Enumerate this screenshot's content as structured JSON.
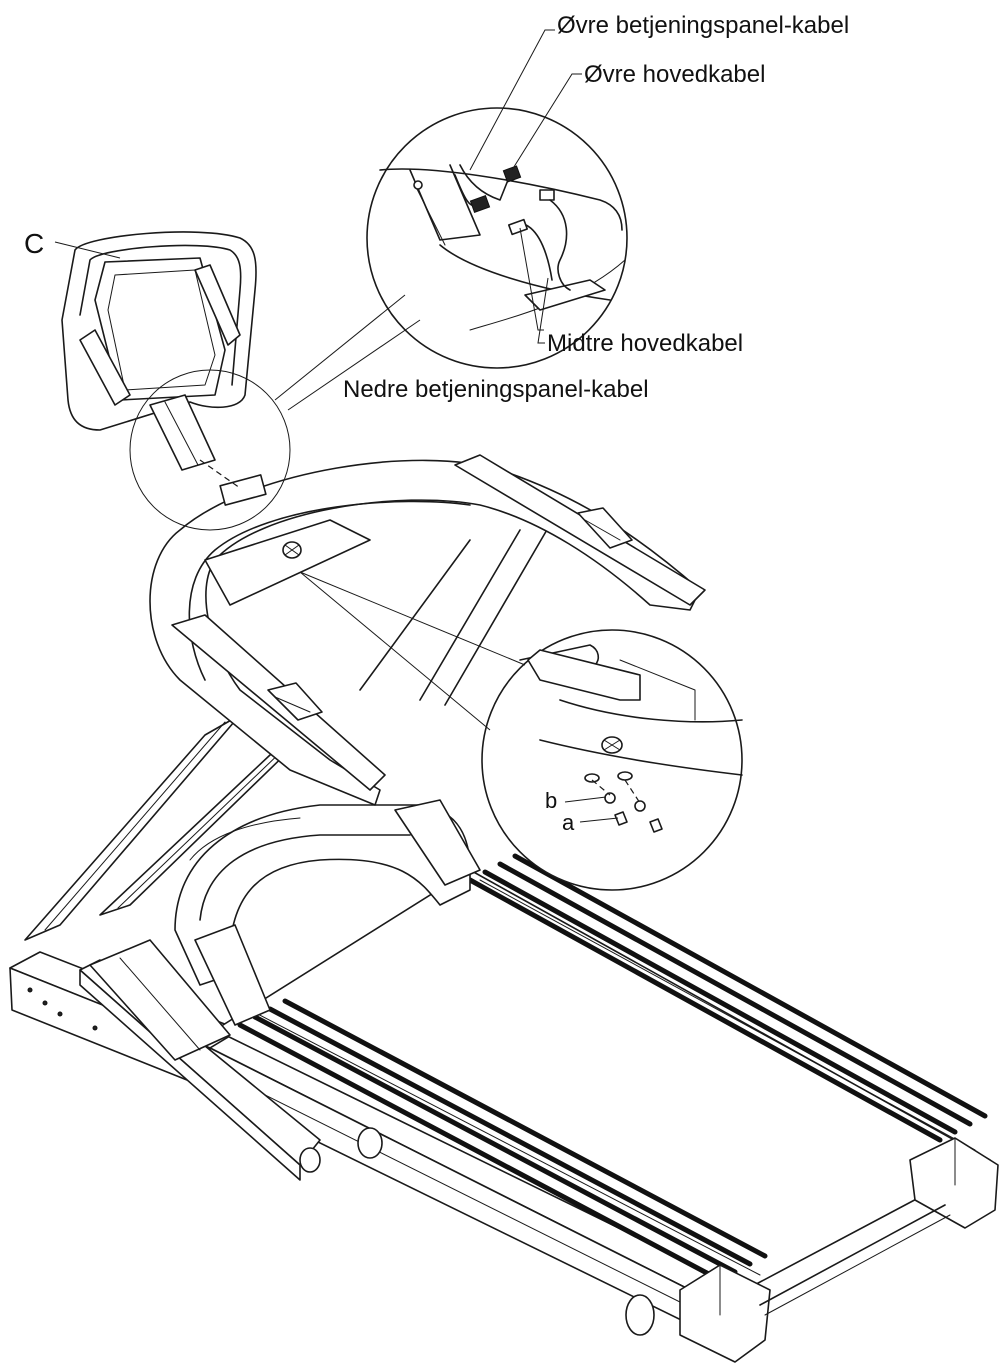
{
  "labels": {
    "upper_console_cable": "Øvre betjeningspanel-kabel",
    "upper_main_cable": "Øvre hovedkabel",
    "middle_main_cable": "Midtre hovedkabel",
    "lower_console_cable": "Nedre betjeningspanel-kabel",
    "part_c": "C",
    "part_b": "b",
    "part_a": "a"
  }
}
